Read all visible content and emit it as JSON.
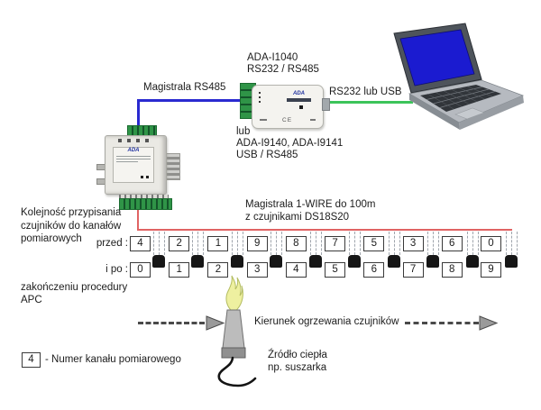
{
  "labels": {
    "bus_rs485": "Magistrala RS485",
    "converter_line1": "ADA-I1040",
    "converter_line2": "RS232 / RS485",
    "pc_link": "RS232 lub USB",
    "alt_line1": "lub",
    "alt_line2": "ADA-I9140, ADA-I9141",
    "alt_line3": "USB / RS485",
    "onewire_line1": "Magistrala 1-WIRE do 100m",
    "onewire_line2": "z czujnikami DS18S20",
    "order_line1": "Kolejność przypisania",
    "order_line2": "czujników do kanałów",
    "order_line3": "pomiarowych",
    "before": "przed :",
    "after": "i po :",
    "apc_line1": "zakończeniu procedury",
    "apc_line2": "APC",
    "heating_direction": "Kierunek ogrzewania czujników",
    "heat_source_line1": "Źródło ciepła",
    "heat_source_line2": "np. suszarka",
    "legend_box": "4",
    "legend_text": "- Numer kanału pomiarowego",
    "device_logo": "ADA",
    "converter_logo": "ADA",
    "ce_mark": "CE"
  },
  "rows": {
    "przed": [
      "4",
      "2",
      "1",
      "9",
      "8",
      "7",
      "5",
      "3",
      "6",
      "0"
    ],
    "ipo": [
      "0",
      "1",
      "2",
      "3",
      "4",
      "5",
      "6",
      "7",
      "8",
      "9"
    ]
  },
  "colors": {
    "rs485_line": "#2a2ad0",
    "pc_line": "#3cc45a",
    "onewire_line": "#e06363",
    "terminal_green": "#2f9447",
    "sensor_black": "#161616",
    "laptop_screen_blue": "#1b1bd0",
    "flame_yellow": "#eef0a0"
  }
}
